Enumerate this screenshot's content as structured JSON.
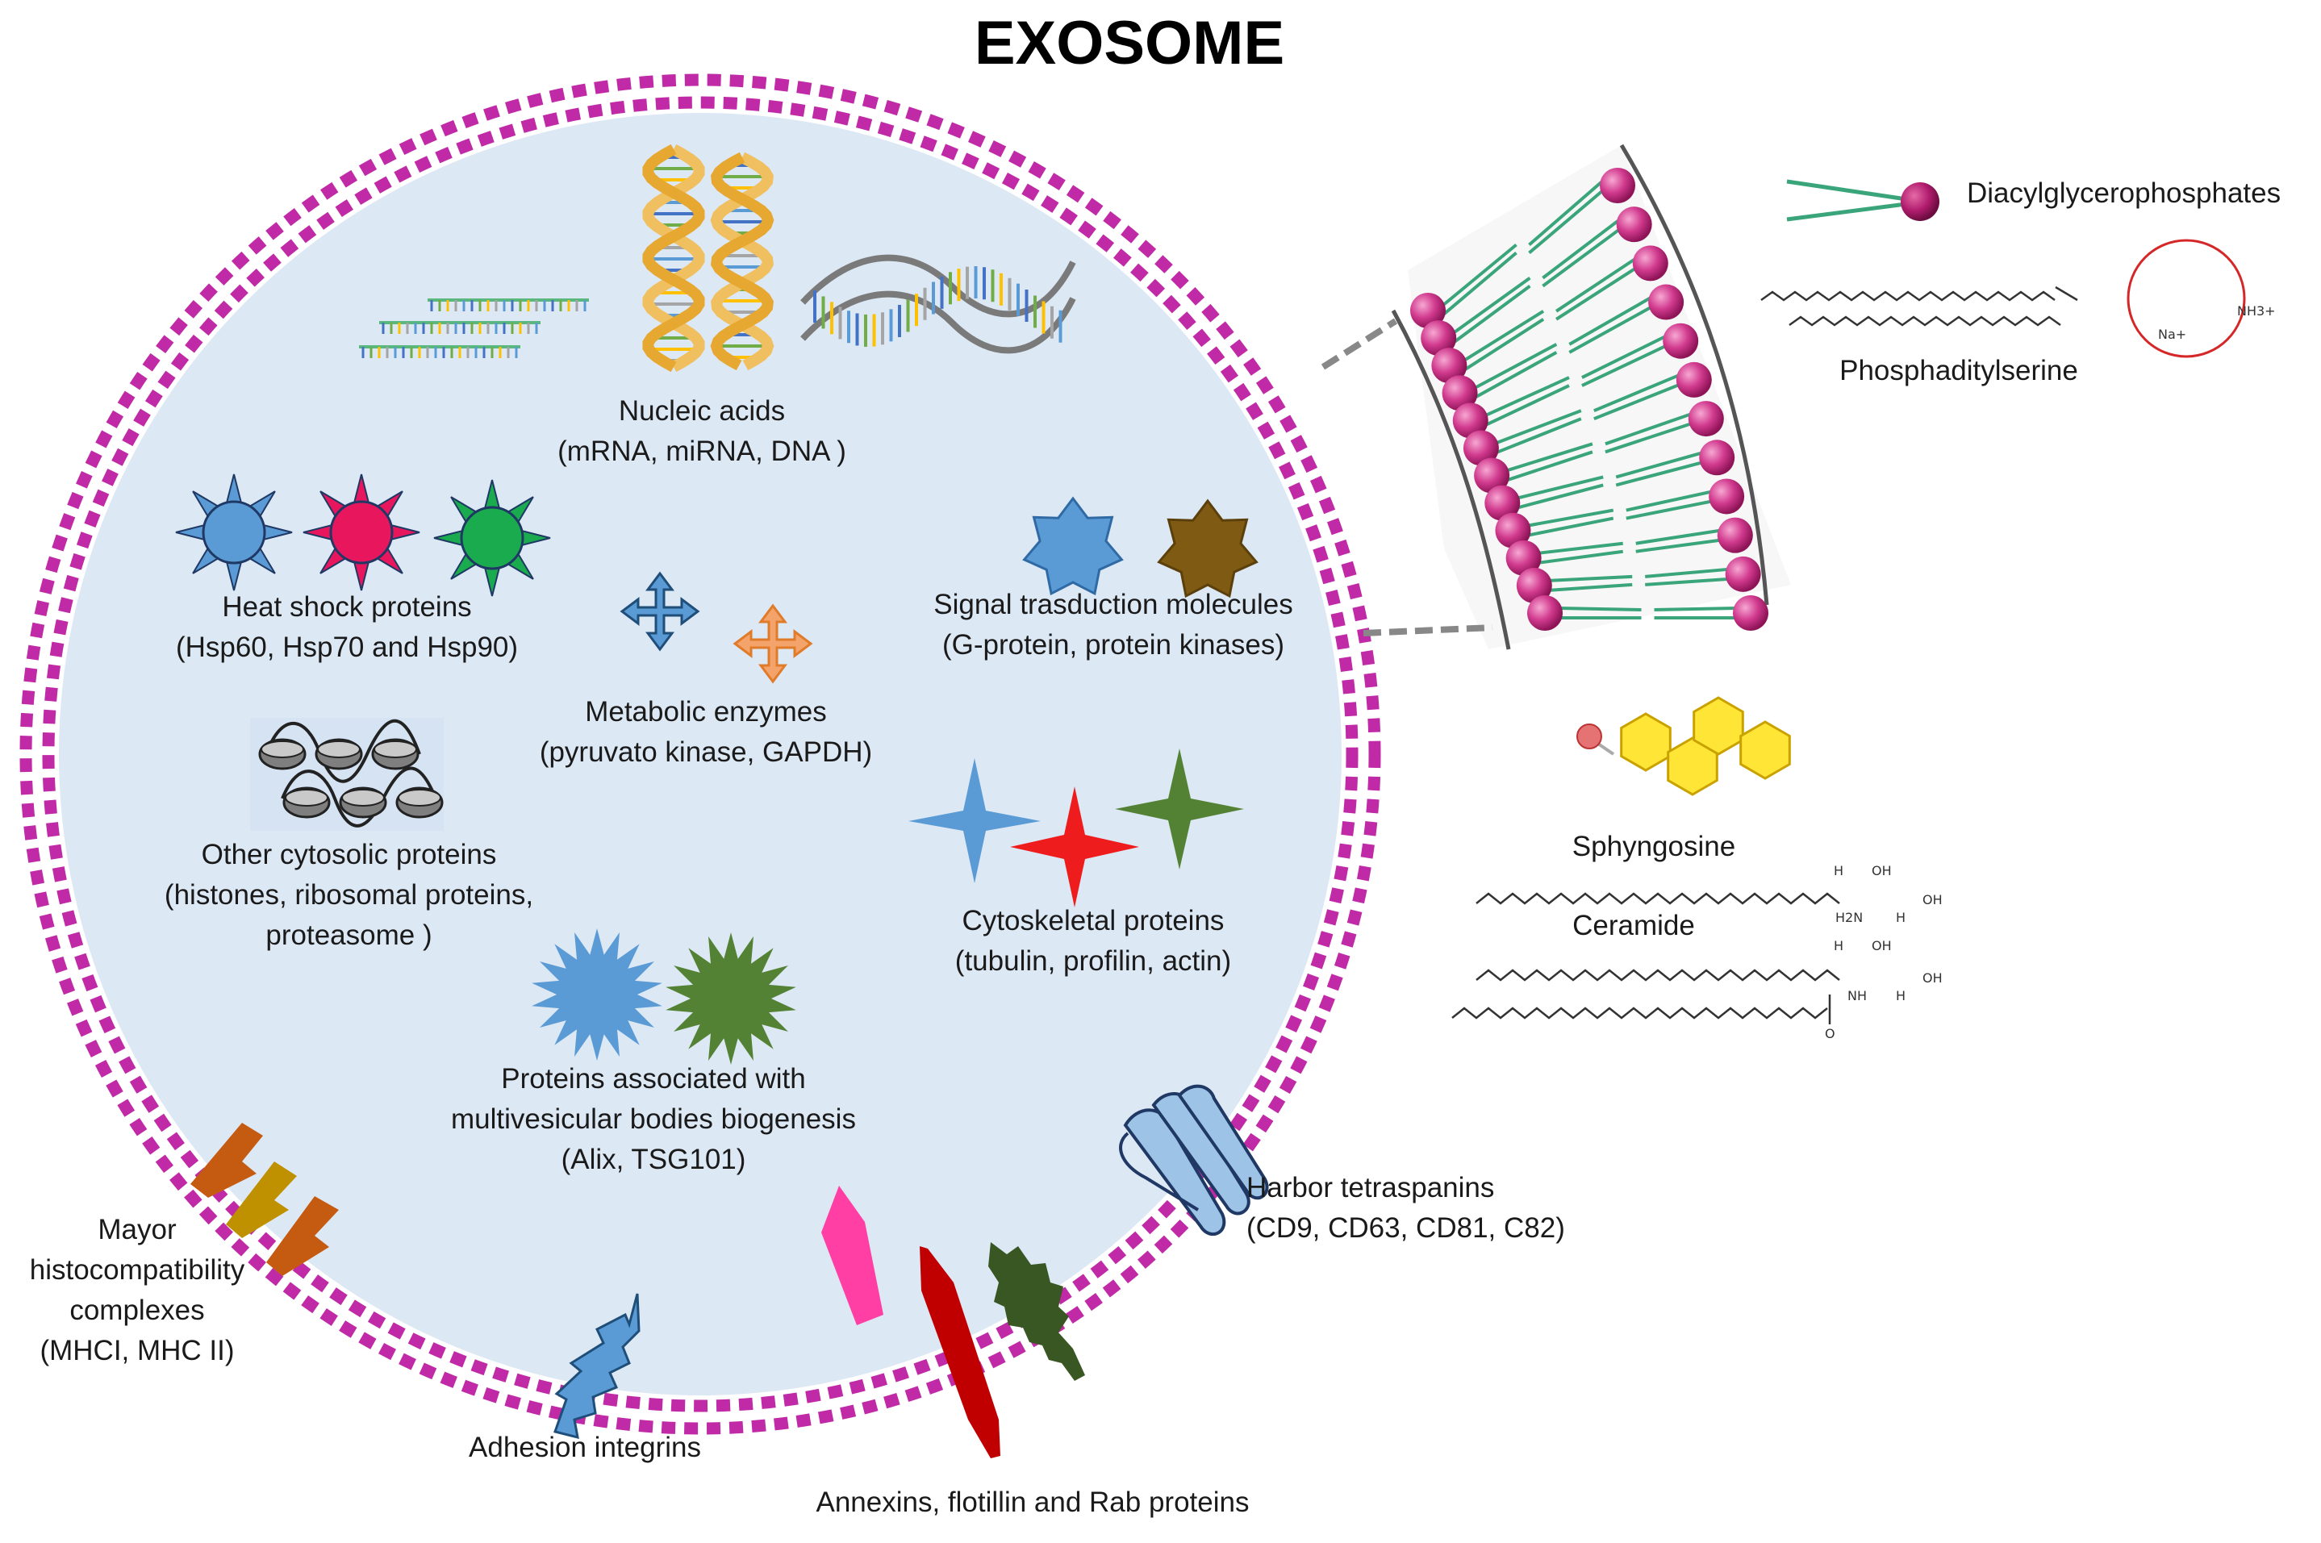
{
  "title": "EXOSOME",
  "interior": {
    "nucleic_acids": {
      "name": "Nucleic acids",
      "examples": "(mRNA, miRNA, DNA )"
    },
    "heat_shock": {
      "name": "Heat shock proteins",
      "examples": "(Hsp60, Hsp70 and Hsp90)"
    },
    "metabolic": {
      "name": "Metabolic enzymes",
      "examples": "(pyruvato kinase, GAPDH)"
    },
    "signal": {
      "name": "Signal trasduction molecules",
      "examples": "(G-protein, protein kinases)"
    },
    "cytosolic": {
      "line1": "Other cytosolic proteins",
      "line2": "(histones, ribosomal proteins,",
      "line3": "proteasome )"
    },
    "cytoskeletal": {
      "name": "Cytoskeletal proteins",
      "examples": "(tubulin, profilin, actin)"
    },
    "mvb": {
      "line1": "Proteins associated with",
      "line2": "multivesicular bodies biogenesis",
      "line3": "(Alix, TSG101)"
    }
  },
  "membrane": {
    "mhc": {
      "line1": "Mayor",
      "line2": "histocompatibility",
      "line3": "complexes",
      "line4": "(MHCI, MHC II)"
    },
    "integrins": {
      "name": "Adhesion integrins"
    },
    "annexins": {
      "name": "Annexins, flotillin and Rab proteins"
    },
    "tetraspanins": {
      "name": "Harbor tetraspanins",
      "examples": "(CD9, CD63, CD81, C82)"
    }
  },
  "lipids": {
    "diacyl": "Diacylglycerophosphates",
    "ps": "Phosphaditylserine",
    "sphingosine": "Sphyngosine",
    "ceramide": "Ceramide",
    "chem_labels": {
      "nh3": "NH3+",
      "na": "Na+",
      "oh": "OH",
      "h": "H",
      "h2n": "H2N",
      "nh": "NH",
      "o": "O"
    }
  },
  "colors": {
    "membrane_dash": "#c02aa6",
    "interior_fill": "#dde8f5",
    "lipid_head": "#c8277e",
    "lipid_tail": "#3aa57a",
    "hsp_blue": "#5b9bd5",
    "hsp_pink": "#e8175d",
    "hsp_green": "#1aab4f",
    "signal_brown": "#7f5a13",
    "enzyme_orange": "#f4a46a",
    "actin_red": "#ee1c1c",
    "actin_green": "#548235",
    "mhc_orange": "#c55a11",
    "mhc_gold": "#bf9000",
    "annexin_red": "#c00000",
    "pink_protein": "#ff3fa3",
    "dark_green": "#385723",
    "yellow_ring": "#ffe535"
  }
}
